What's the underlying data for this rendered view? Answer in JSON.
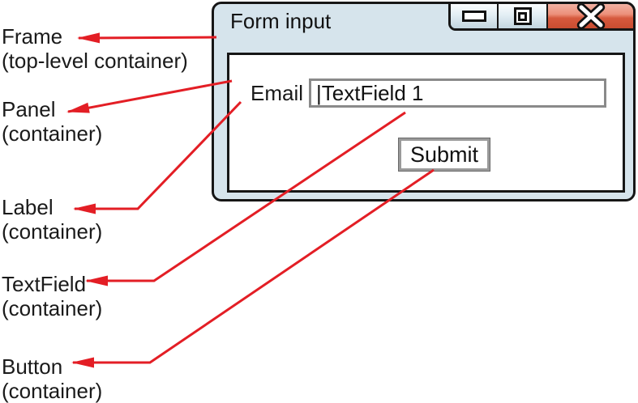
{
  "diagram": {
    "arrow_color": "#e31e25",
    "annotations": [
      {
        "term": "Frame",
        "qualifier": "(top-level container)"
      },
      {
        "term": "Panel",
        "qualifier": "(container)"
      },
      {
        "term": "Label",
        "qualifier": "(container)"
      },
      {
        "term": "TextField",
        "qualifier": "(container)"
      },
      {
        "term": "Button",
        "qualifier": "(container)"
      }
    ]
  },
  "window": {
    "title": "Form input",
    "controls": {
      "minimize_icon": "minimize-icon",
      "maximize_icon": "maximize-icon",
      "close_icon": "close-icon"
    },
    "form": {
      "email_label": "Email",
      "textfield_value": "|TextField 1",
      "submit_label": "Submit"
    },
    "colors": {
      "titlebar": "#d6e4ec",
      "close_button_top": "#f2b1a2",
      "close_button_bottom": "#c94c30"
    }
  }
}
